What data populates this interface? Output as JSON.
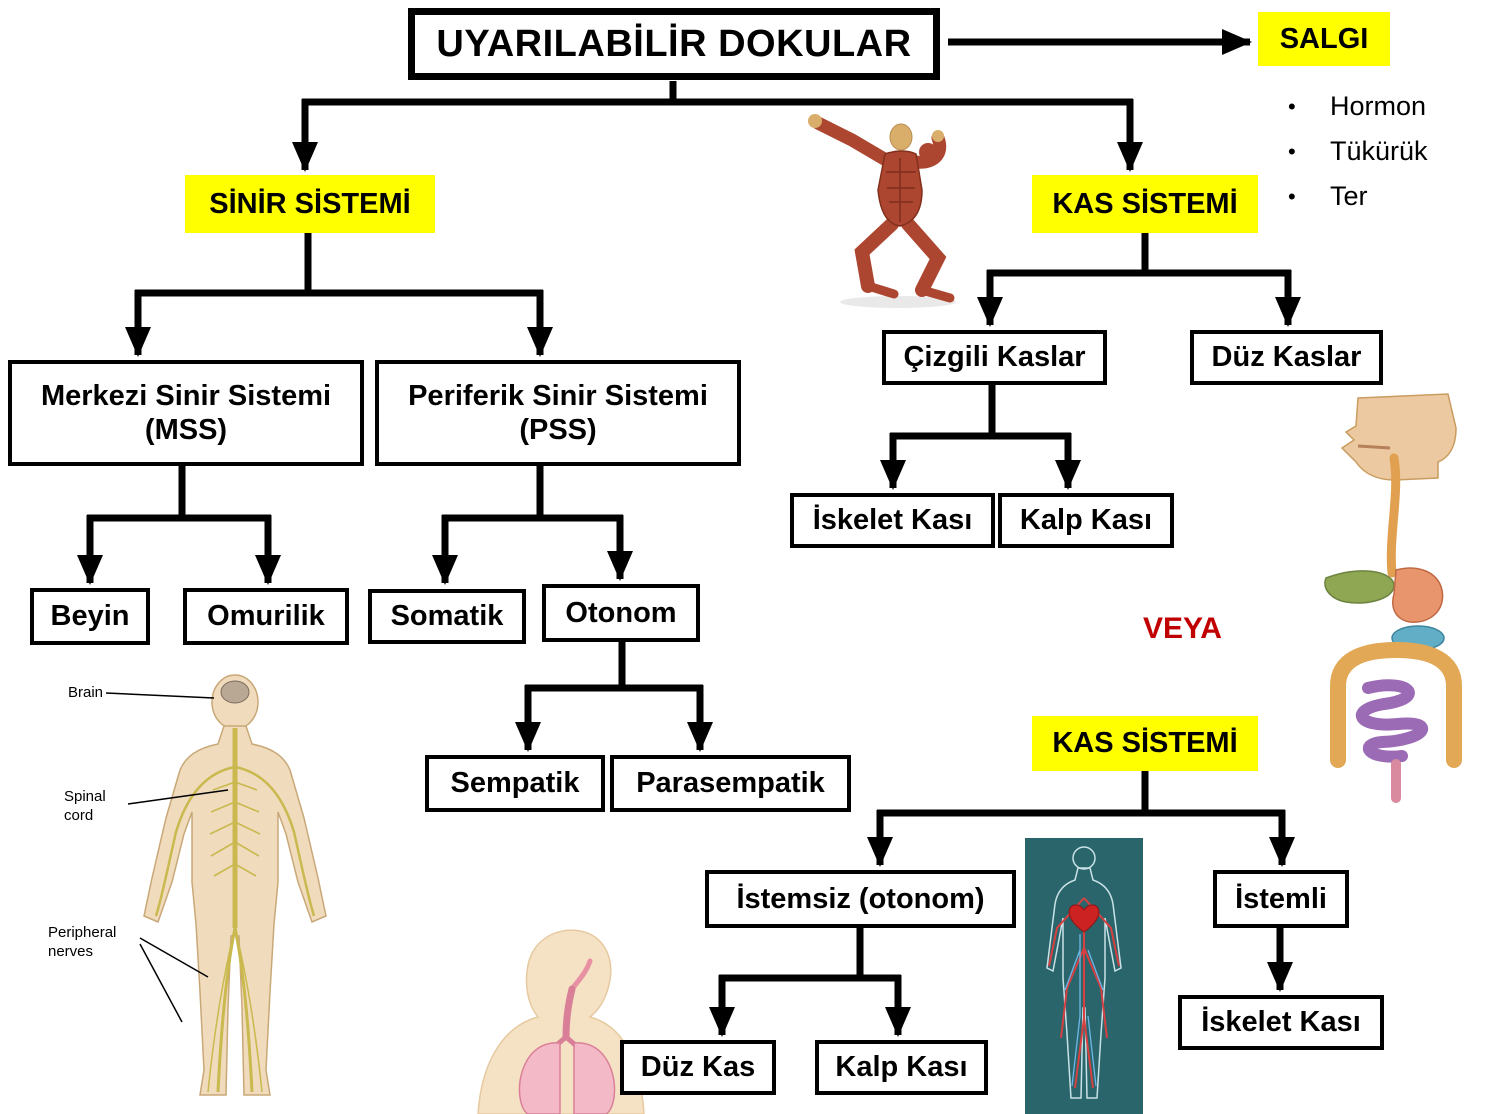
{
  "title": "UYARILABİLİR DOKULAR",
  "salgi": {
    "label": "SALGI",
    "items": [
      "Hormon",
      "Tükürük",
      "Ter"
    ]
  },
  "nervous": {
    "root": "SİNİR SİSTEMİ",
    "mss": {
      "line1": "Merkezi Sinir Sistemi",
      "line2": "(MSS)"
    },
    "pss": {
      "line1": "Periferik Sinir Sistemi",
      "line2": "(PSS)"
    },
    "beyin": "Beyin",
    "omurilik": "Omurilik",
    "somatik": "Somatik",
    "otonom": "Otonom",
    "sempatik": "Sempatik",
    "parasempatik": "Parasempatik"
  },
  "muscle": {
    "root": "KAS SİSTEMİ",
    "cizgili": "Çizgili Kaslar",
    "duz": "Düz Kaslar",
    "iskelet": "İskelet Kası",
    "kalp": "Kalp Kası"
  },
  "veya": "VEYA",
  "muscle_alt": {
    "root": "KAS SİSTEMİ",
    "istemsiz": "İstemsiz (otonom)",
    "istemli": "İstemli",
    "duz_kas": "Düz Kas",
    "kalp_kasi": "Kalp Kası",
    "iskelet_kasi": "İskelet Kası"
  },
  "anatomy_figure_labels": {
    "brain": "Brain",
    "spinal_cord": "Spinal cord",
    "peripheral_nerves": "Peripheral nerves"
  },
  "colors": {
    "highlight": "#FFFF00",
    "accent_red": "#C00000",
    "line": "#000000"
  }
}
